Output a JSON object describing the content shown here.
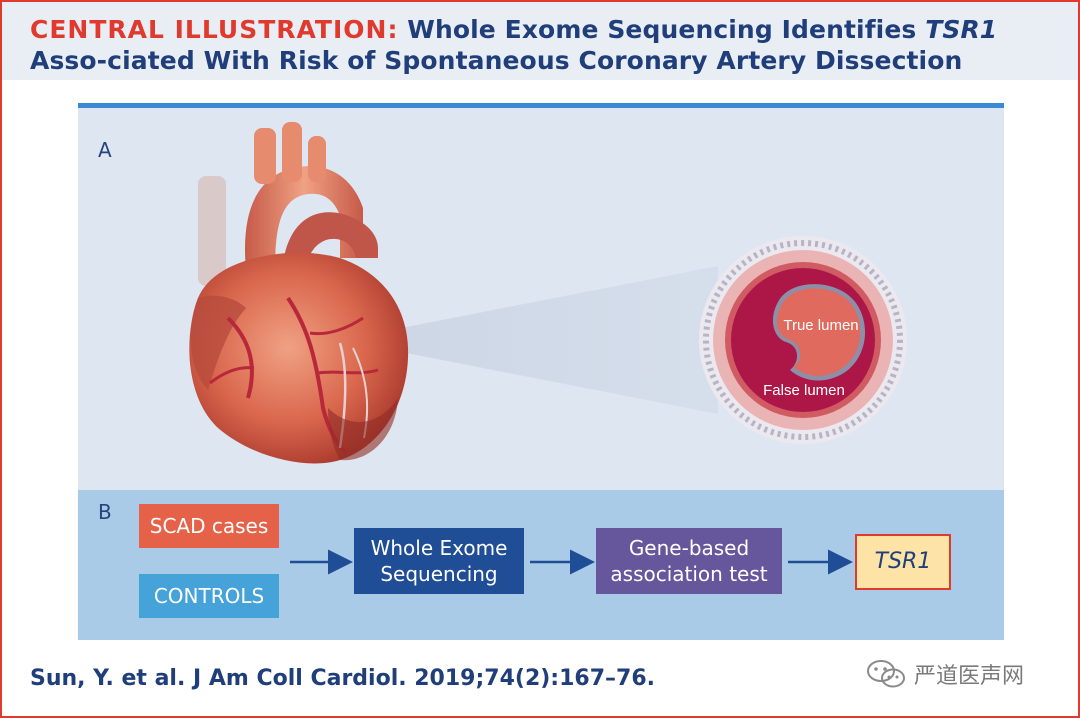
{
  "header": {
    "title_lead": "CENTRAL ILLUSTRATION:",
    "title_part1": "Whole Exome Sequencing Identifies",
    "title_gene": "TSR1",
    "title_part2": "Asso-ciated With Risk of Spontaneous Coronary Artery Dissection"
  },
  "panel_a": {
    "label": "A",
    "true_lumen": "True lumen",
    "false_lumen": "False lumen"
  },
  "panel_b": {
    "label": "B",
    "scad_cases": "SCAD cases",
    "controls": "CONTROLS",
    "wes_line1": "Whole Exome",
    "wes_line2": "Sequencing",
    "gba_line1": "Gene-based",
    "gba_line2": "association test",
    "result": "TSR1"
  },
  "citation": "Sun, Y. et al. J Am Coll Cardiol. 2019;74(2):167–76.",
  "watermark": "严道医声网",
  "colors": {
    "accent_red": "#e0392d",
    "title_blue": "#1f3e7a",
    "scad_orange": "#e56249",
    "controls_blue": "#45a3d9",
    "wes_navy": "#1f4e96",
    "gba_purple": "#66569c",
    "result_yellow": "#fde3a5"
  },
  "icons": [
    "heart-illustration",
    "artery-cross-section",
    "arrow-right-icon",
    "wechat-logo-icon"
  ]
}
